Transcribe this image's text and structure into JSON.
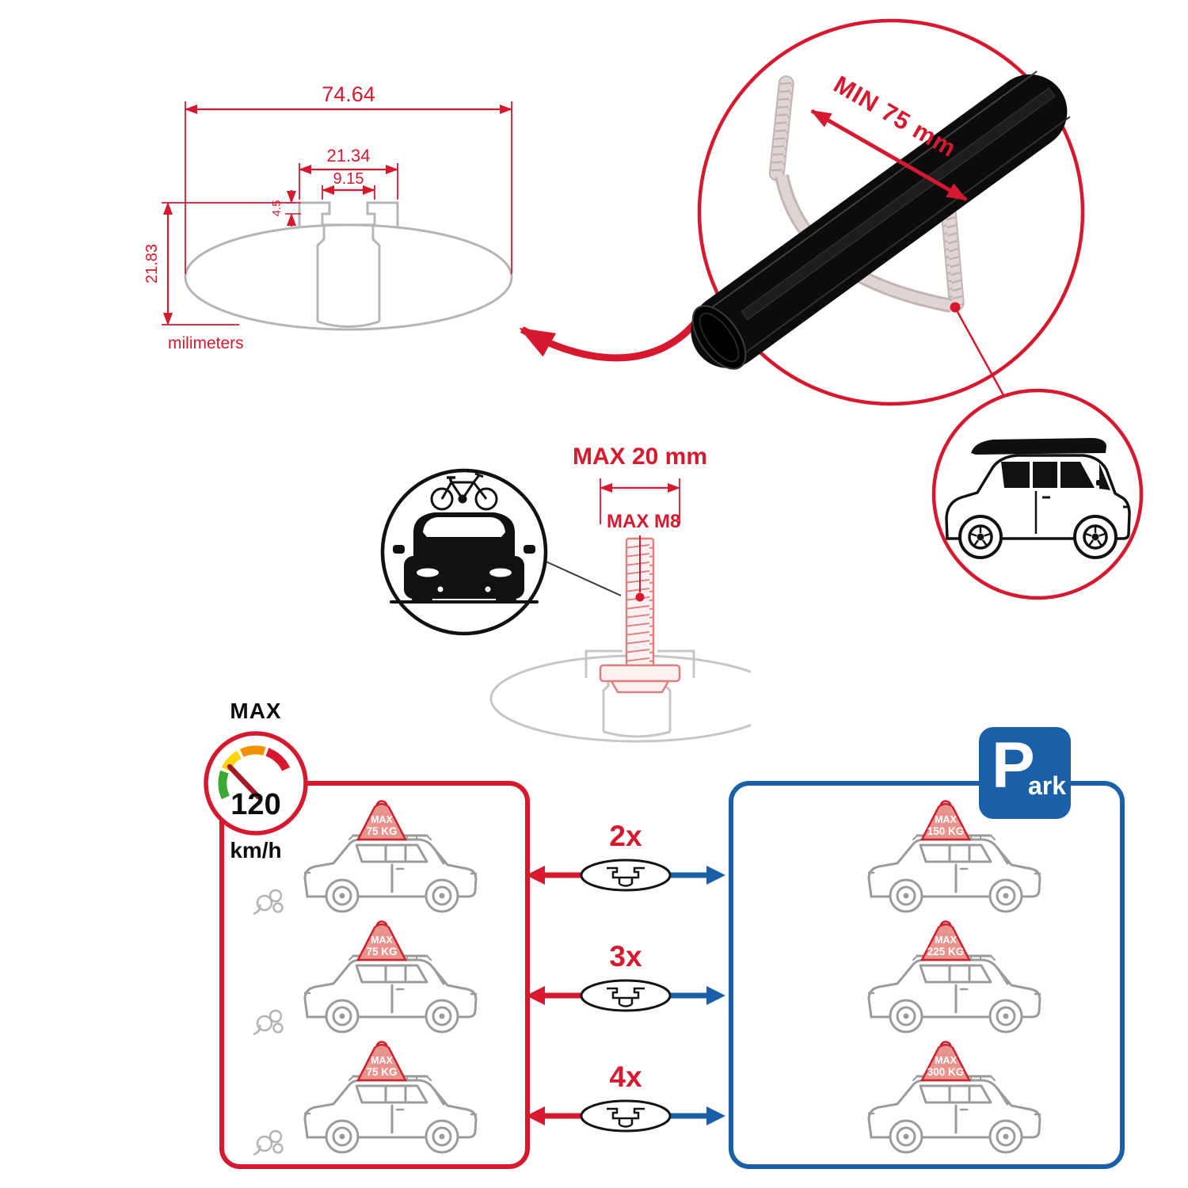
{
  "colors": {
    "accent_red": "#d6192e",
    "accent_blue": "#1b5fa8",
    "diagram_gray": "#b5b5b5",
    "bar_black": "#0c0c0c",
    "marker_pink": "#e9938f"
  },
  "dims": {
    "total_width": "74.64",
    "slot_width": "21.34",
    "opening_width": "9.15",
    "lip_depth": "4.5",
    "total_height": "21.83",
    "units_label": "milimeters"
  },
  "crossbar": {
    "min_span": "MIN 75 mm"
  },
  "bolt": {
    "max_width": "MAX 20 mm",
    "max_thread": "MAX M8"
  },
  "speed": {
    "label": "MAX",
    "value": "120",
    "units": "km/h"
  },
  "park_sign": {
    "letter": "P",
    "suffix": "ark"
  },
  "capacity": {
    "marker_label": "MAX",
    "rows": [
      {
        "qty": "2x",
        "driving": "75 KG",
        "parked": "150 KG"
      },
      {
        "qty": "3x",
        "driving": "75 KG",
        "parked": "225 KG"
      },
      {
        "qty": "4x",
        "driving": "75 KG",
        "parked": "300 KG"
      }
    ]
  }
}
